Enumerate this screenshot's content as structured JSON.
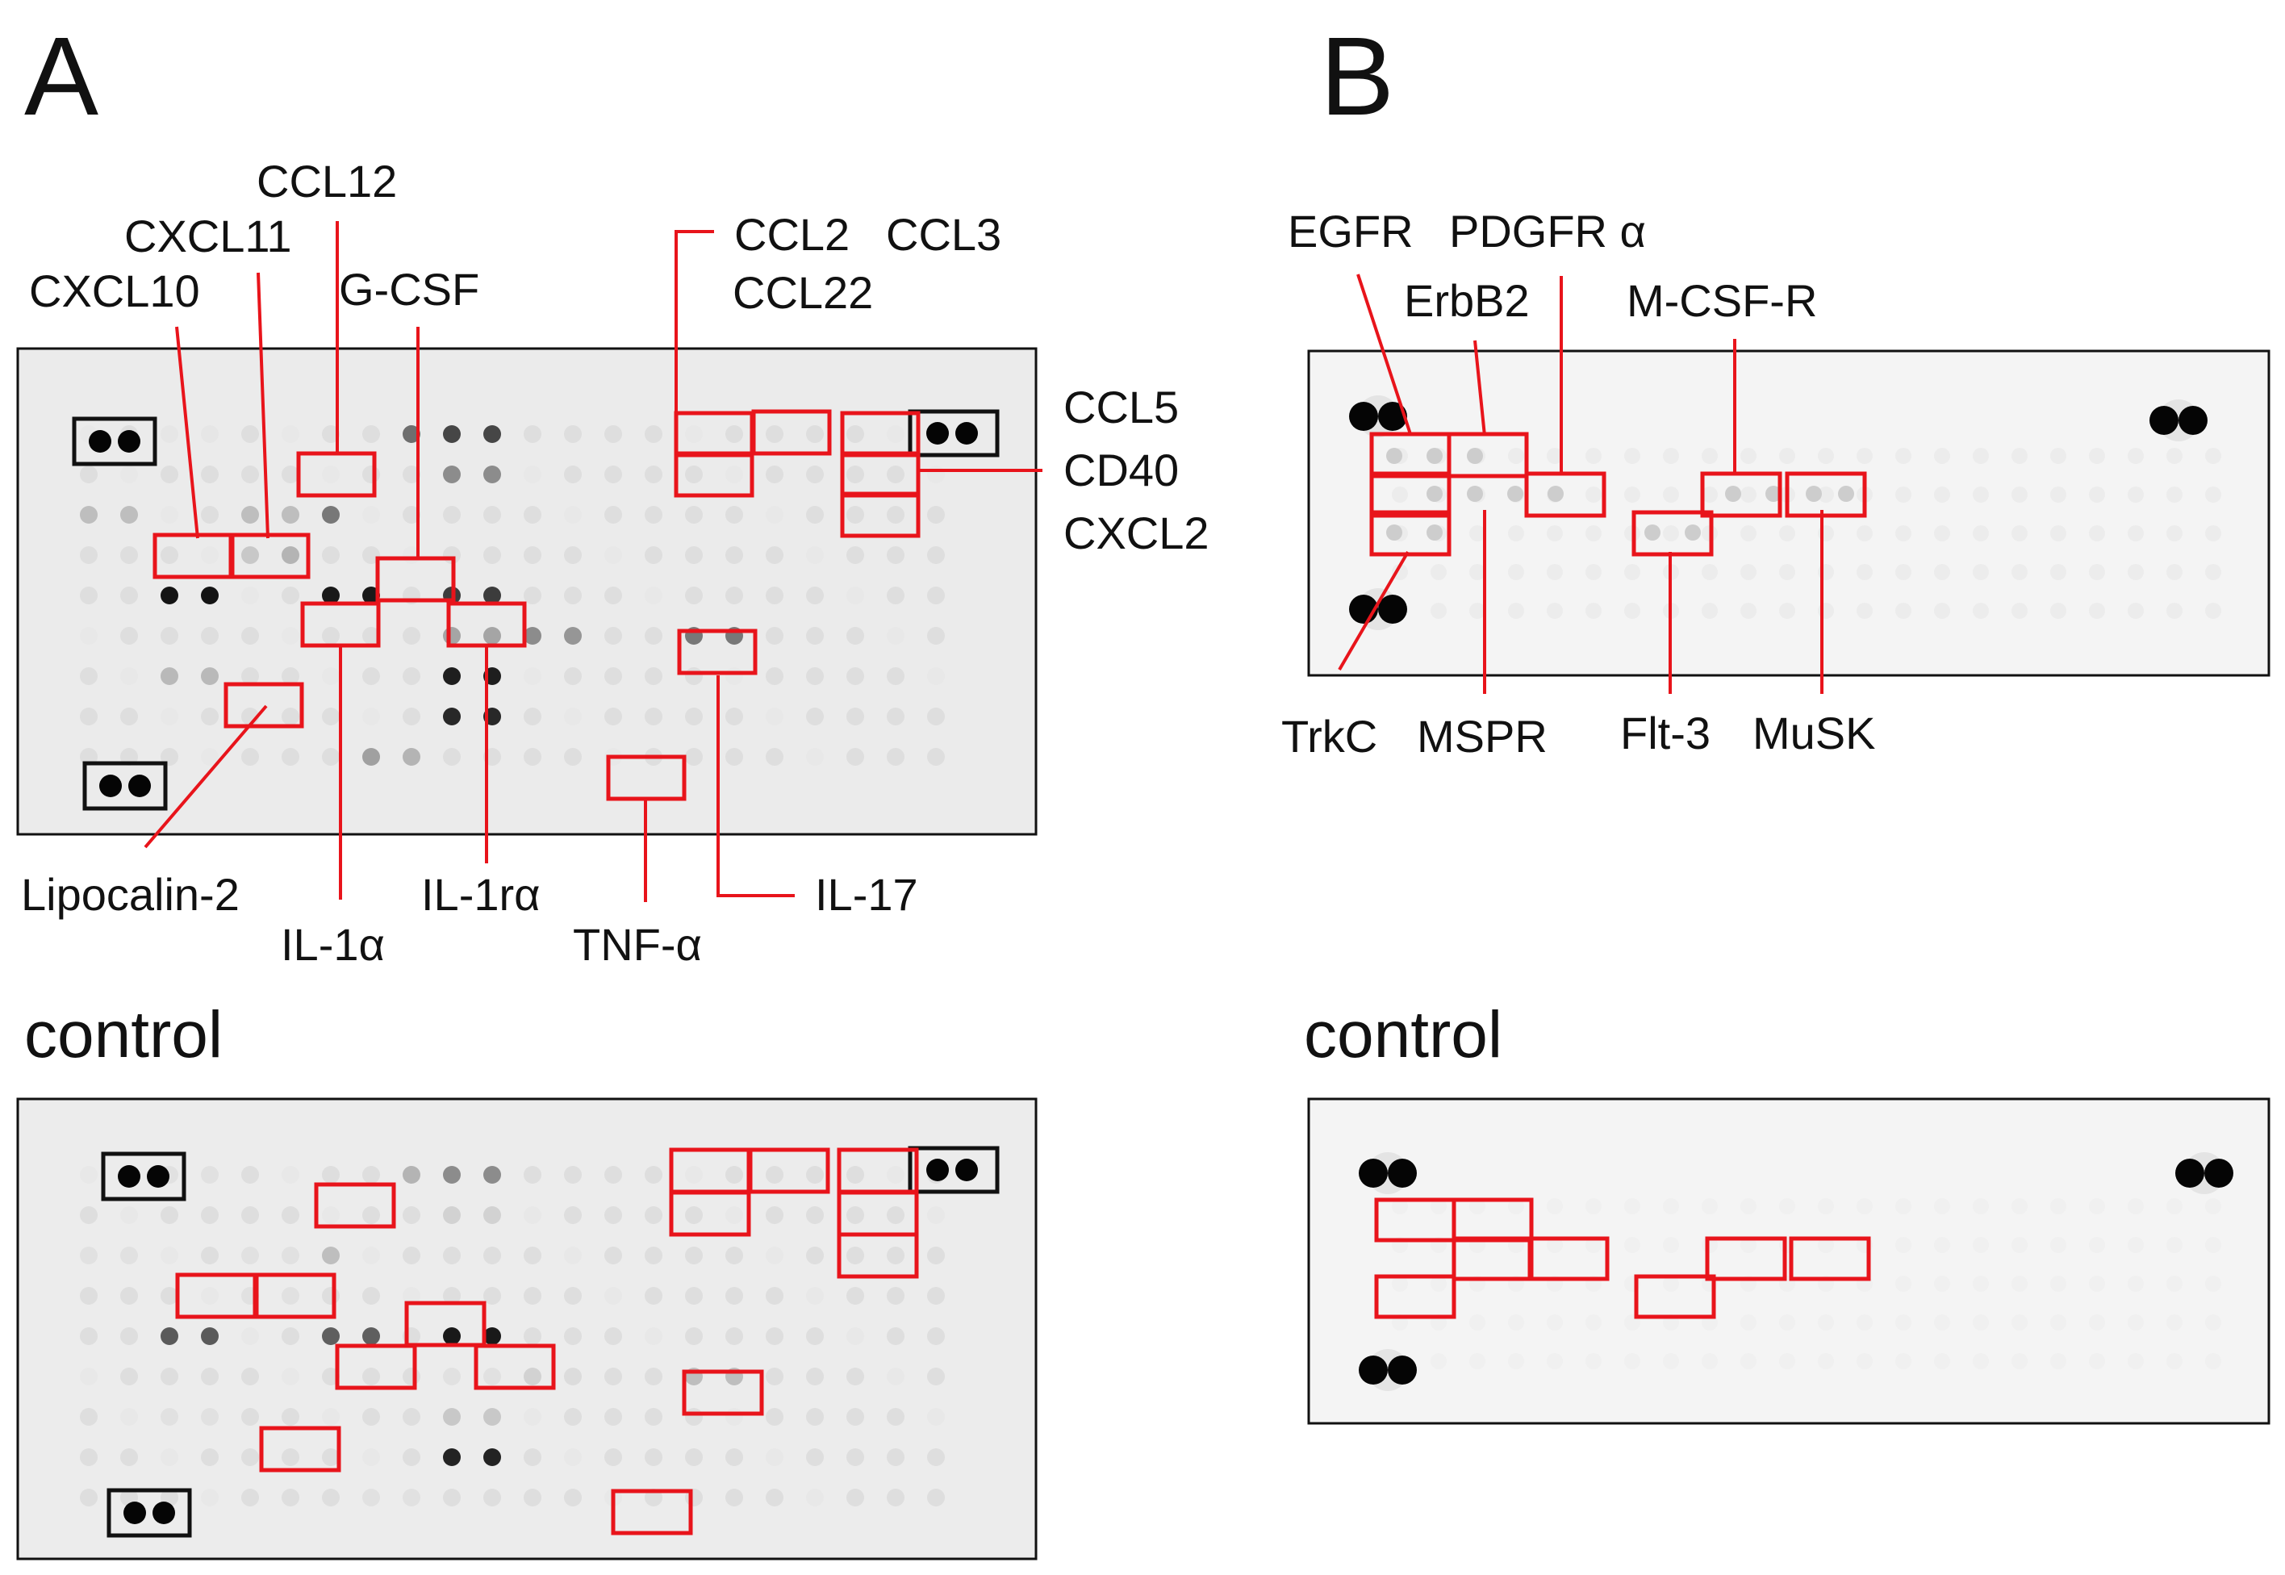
{
  "panels": {
    "A": {
      "letter": "A",
      "control_label": "control",
      "labels": {
        "cxcl10": "CXCL10",
        "cxcl11": "CXCL11",
        "ccl12": "CCL12",
        "gcsf": "G-CSF",
        "ccl2": "CCL2",
        "ccl3": "CCL3",
        "ccl22": "CCL22",
        "ccl5": "CCL5",
        "cd40": "CD40",
        "cxcl2": "CXCL2",
        "lipocalin2": "Lipocalin-2",
        "il1a": "IL-1α",
        "il1ra": "IL-1rα",
        "tnfa": "TNF-α",
        "il17": "IL-17"
      }
    },
    "B": {
      "letter": "B",
      "control_label": "control",
      "labels": {
        "egfr": "EGFR",
        "pdgfra": "PDGFR α",
        "erbb2": "ErbB2",
        "mcsfr": "M-CSF-R",
        "trkc": "TrkC",
        "mspr": "MSPR",
        "flt3": "Flt-3",
        "musk": "MuSK"
      }
    }
  },
  "colors": {
    "highlight": "#e8141b",
    "reference_box": "#111111",
    "membrane_a": "#ebebeb",
    "membrane_b": "#f4f4f4"
  }
}
